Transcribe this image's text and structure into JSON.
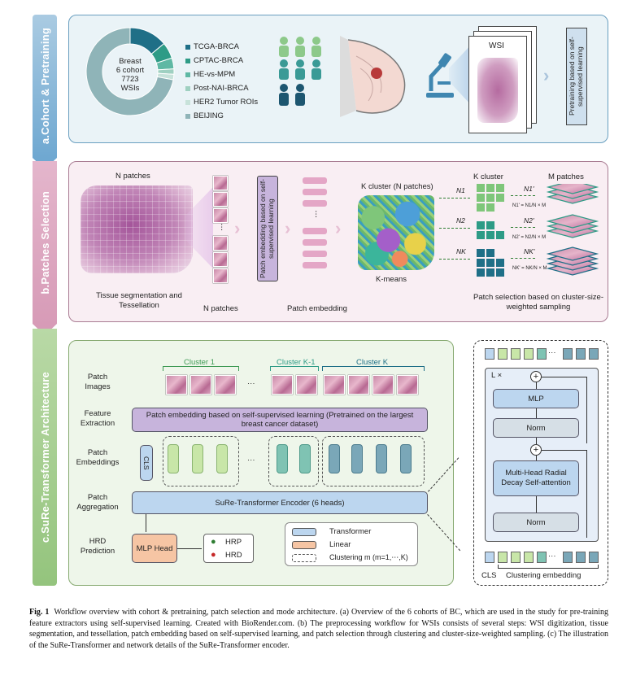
{
  "sections": {
    "a_label": "a.Cohort & Pretraining",
    "b_label": "b.Patches Selection",
    "c_label": "c.SuRe-Transformer Architecture"
  },
  "cohort": {
    "donut_center": [
      "Breast",
      "6 cohort",
      "7723",
      "WSIs"
    ],
    "legend": [
      {
        "label": "TCGA-BRCA",
        "color": "#1f6f87"
      },
      {
        "label": "CPTAC-BRCA",
        "color": "#2e9b86"
      },
      {
        "label": "HE-vs-MPM",
        "color": "#5fb8a4"
      },
      {
        "label": "Post-NAI-BRCA",
        "color": "#9fd0c1"
      },
      {
        "label": "HER2 Tumor ROIs",
        "color": "#c7e2da"
      },
      {
        "label": "BEIJING",
        "color": "#8fb4b8"
      }
    ],
    "donut_shares": [
      0.14,
      0.06,
      0.04,
      0.02,
      0.02,
      0.72
    ],
    "wsi_label": "WSI",
    "pretrain_label": "Pretraining based on self-supervised learning"
  },
  "patches": {
    "n_patches_top": "N patches",
    "tissue_caption": "Tissue segmentation and Tessellation",
    "n_patches_bottom": "N patches",
    "embed_box": "Patch embedding based on self-supervised learning",
    "patch_embedding": "Patch embedding",
    "k_cluster_title": "K cluster (N patches)",
    "kmeans": "K-means",
    "k_cluster": "K cluster",
    "m_patches": "M patches",
    "n_labels": [
      "N1",
      "N2",
      "NK"
    ],
    "n_prime_labels": [
      "N1'",
      "N2'",
      "NK'"
    ],
    "formulas": [
      "N1' = N1/N × M",
      "N2' = N2/N × M",
      "NK' = NK/N × M"
    ],
    "selection_caption": "Patch selection based on cluster-size-weighted sampling",
    "dots": "⋮"
  },
  "arch": {
    "rows": [
      "Patch Images",
      "Feature Extraction",
      "Patch Embeddings",
      "Patch Aggregation",
      "HRD Prediction"
    ],
    "cluster_labels": [
      "Cluster 1",
      "Cluster K-1",
      "Cluster K"
    ],
    "feature_box": "Patch embedding based on self-supervised learning (Pretrained on the largest breast cancer dataset)",
    "cls": "CLS",
    "encoder_box": "SuRe-Transformer Encoder (6 heads)",
    "mlp_head": "MLP Head",
    "hrp": "HRP",
    "hrd": "HRD",
    "legend": [
      "Transformer",
      "Linear",
      "Clustering m (m=1,⋯,K)"
    ],
    "ellipsis": "···"
  },
  "encoder": {
    "lx": "L ×",
    "mlp": "MLP",
    "norm": "Norm",
    "attention": "Multi-Head Radial Decay Self-attention",
    "norm2": "Norm",
    "bottom_cls": "CLS",
    "bottom_label": "Clustering embedding",
    "plus": "+"
  },
  "caption": {
    "fig": "Fig. 1",
    "text": "Workflow overview with cohort & pretraining, patch selection and mode architecture. (a) Overview of the 6 cohorts of BC, which are used in the study for pre-training feature extractors using self-supervised learning. Created with BioRender.com. (b) The preprocessing workflow for WSIs consists of several steps: WSI digitization, tissue segmentation, and tessellation, patch embedding based on self-supervised learning, and patch selection through clustering and cluster-size-weighted sampling. (c) The illustration of the SuRe-Transformer and network details of the SuRe-Transformer encoder."
  },
  "colors": {
    "transformer": "#bcd6ef",
    "linear": "#f6c5a4",
    "emb_green": "#c8e6a8",
    "emb_teal": "#7fc3b3",
    "emb_blue": "#7aa7b8",
    "purple": "#c7b4dc"
  }
}
